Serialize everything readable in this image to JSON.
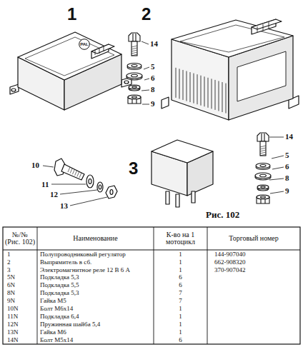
{
  "diagram": {
    "caption": "Рис. 102",
    "nodes": [
      {
        "text": [
          "PAL"
        ]
      }
    ],
    "labels": [
      "1",
      "2",
      "14",
      "5",
      "6",
      "8",
      "9",
      "14",
      "5",
      "6",
      "8",
      "9",
      "3",
      "10",
      "11",
      "12",
      "13",
      "№/№ (Рис. 102)",
      "Наименование",
      "К-во на 1 мотоцикл",
      "Торговый номер",
      "1",
      "Полупроводниковый регулятор",
      "1",
      "144-907040",
      "2",
      "Выпрямитель в сб.",
      "1",
      "662-908320",
      "3",
      "Электромагнитное реле 12 В 6 А",
      "1",
      "370-907042",
      "5N",
      "Подкладка 5,3",
      "6",
      "6N",
      "Подкладка 5,5",
      "6",
      "8N",
      "Подкладка 5,3",
      "7",
      "9N",
      "Гайка М5",
      "7",
      "10N",
      "Болт М6х14",
      "1",
      "11N",
      "Подкладка 6,4",
      "1",
      "12N",
      "Пружинная шайба 5,4",
      "1",
      "13N",
      "Гайка М6",
      "1",
      "14N",
      "Болт М5х14",
      "6"
    ]
  }
}
